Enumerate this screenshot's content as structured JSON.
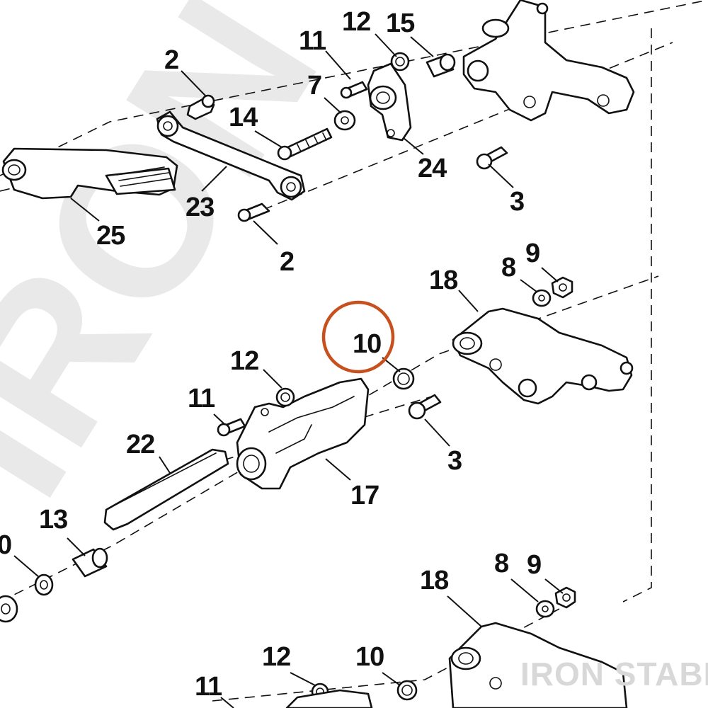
{
  "diagram": {
    "watermark_text": "IRON STABLE",
    "logo_text": "IRON STABLE",
    "highlight_color": "#c8501e",
    "highlighted_callout": "10",
    "callouts": {
      "c2_top": "2",
      "c11_top": "11",
      "c12_top": "12",
      "c15": "15",
      "c7": "7",
      "c14": "14",
      "c24": "24",
      "c3_top": "3",
      "c23": "23",
      "c25": "25",
      "c2_mid": "2",
      "c18_mid": "18",
      "c8_mid": "8",
      "c9_mid": "9",
      "c10_mid": "10",
      "c12_mid": "12",
      "c11_mid": "11",
      "c3_mid": "3",
      "c22": "22",
      "c17": "17",
      "c13": "13",
      "c10_left": "0",
      "c18_bot": "18",
      "c8_bot": "8",
      "c9_bot": "9",
      "c12_bot": "12",
      "c10_bot": "10",
      "c11_bot": "11"
    }
  }
}
